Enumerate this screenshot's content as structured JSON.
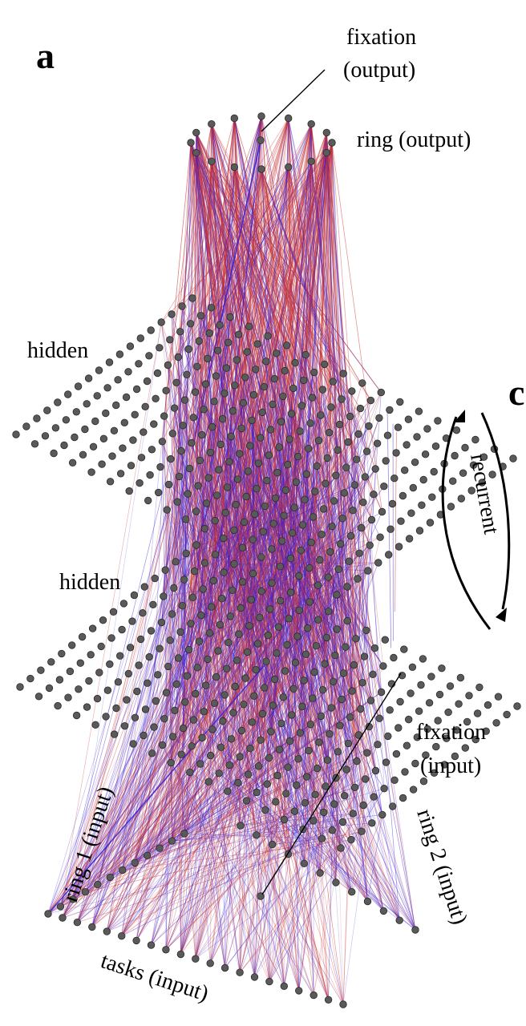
{
  "figure": {
    "panel_letter": "a",
    "clipped_letter": "c",
    "labels": {
      "fixation_output_line1": "fixation",
      "fixation_output_line2": "(output)",
      "ring_output": "ring (output)",
      "hidden_top": "hidden",
      "hidden_bottom": "hidden",
      "recurrent": "recurrent",
      "fixation_input_line1": "fixation",
      "fixation_input_line2": "(input)",
      "ring1_input": "ring 1 (input)",
      "ring2_input": "ring 2 (input)",
      "tasks_input": "tasks (input)"
    }
  },
  "colors": {
    "excitatory": "#c83232",
    "inhibitory": "#3a1fd6",
    "node_fill": "#5a5a5a",
    "node_stroke": "#2a2a2a"
  }
}
